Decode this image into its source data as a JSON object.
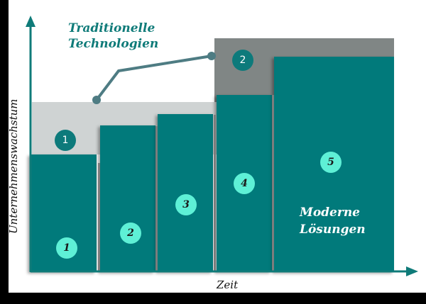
{
  "diagram": {
    "title_traditional": [
      "Traditionelle",
      "Technologien"
    ],
    "label_modern": [
      "Moderne",
      "Lösungen"
    ],
    "y_axis_label": "Unternehmenswachstum",
    "x_axis_label": "Zeit",
    "zone_badges": [
      {
        "label": "1",
        "meaning": "traditional-zone"
      },
      {
        "label": "2",
        "meaning": "transition-zone"
      }
    ],
    "steps": [
      {
        "label": "1"
      },
      {
        "label": "2"
      },
      {
        "label": "3"
      },
      {
        "label": "4"
      },
      {
        "label": "5"
      }
    ],
    "colors": {
      "bar": "#017a7b",
      "step_badge": "#5ef0d6",
      "zone_light": "#cfd3d3",
      "zone_dark": "#808685",
      "axis": "#0f7b79",
      "connector": "#4e7c83"
    }
  }
}
